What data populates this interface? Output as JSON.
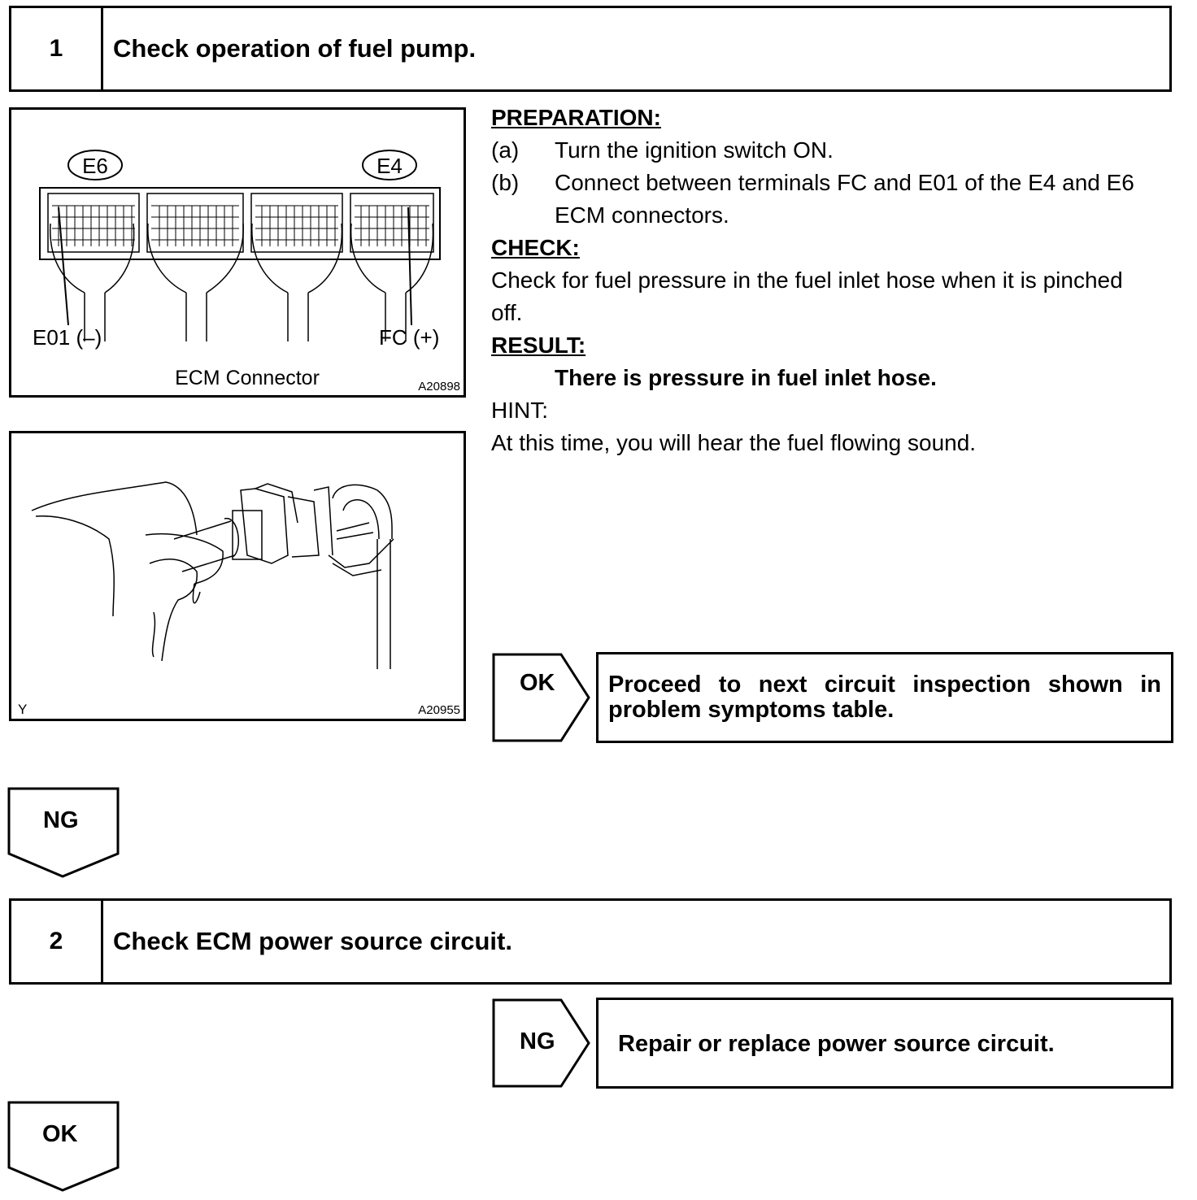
{
  "step1": {
    "number": "1",
    "title": "Check operation of fuel pump."
  },
  "figure1": {
    "labels": {
      "e6": "E6",
      "e4": "E4",
      "e01": "E01 (–)",
      "fc": "FC (+)",
      "caption": "ECM Connector",
      "code": "A20898"
    }
  },
  "figure2": {
    "corner": "Y",
    "code": "A20955"
  },
  "procedure": {
    "preparation_header": "PREPARATION:",
    "step_a_letter": "(a)",
    "step_a_text": "Turn the ignition switch ON.",
    "step_b_letter": "(b)",
    "step_b_line1": "Connect between terminals FC and E01 of the E4 and E6",
    "step_b_line2": "ECM connectors.",
    "check_header": "CHECK:",
    "check_line1": "Check for fuel pressure in the fuel inlet hose when it is pinched",
    "check_line2": "off.",
    "result_header": "RESULT:",
    "result_text": "There is pressure in fuel inlet hose.",
    "hint_header": "HINT:",
    "hint_text": "At this time, you will hear the fuel flowing sound."
  },
  "ok_branch1": {
    "tag": "OK",
    "line1": "Proceed to next circuit inspection shown in",
    "line2": "problem symptoms table."
  },
  "ng_arrow1": {
    "tag": "NG"
  },
  "step2": {
    "number": "2",
    "title": "Check ECM power source circuit."
  },
  "ng_branch2": {
    "tag": "NG",
    "text": "Repair or replace power source circuit."
  },
  "ok_arrow2": {
    "tag": "OK"
  }
}
